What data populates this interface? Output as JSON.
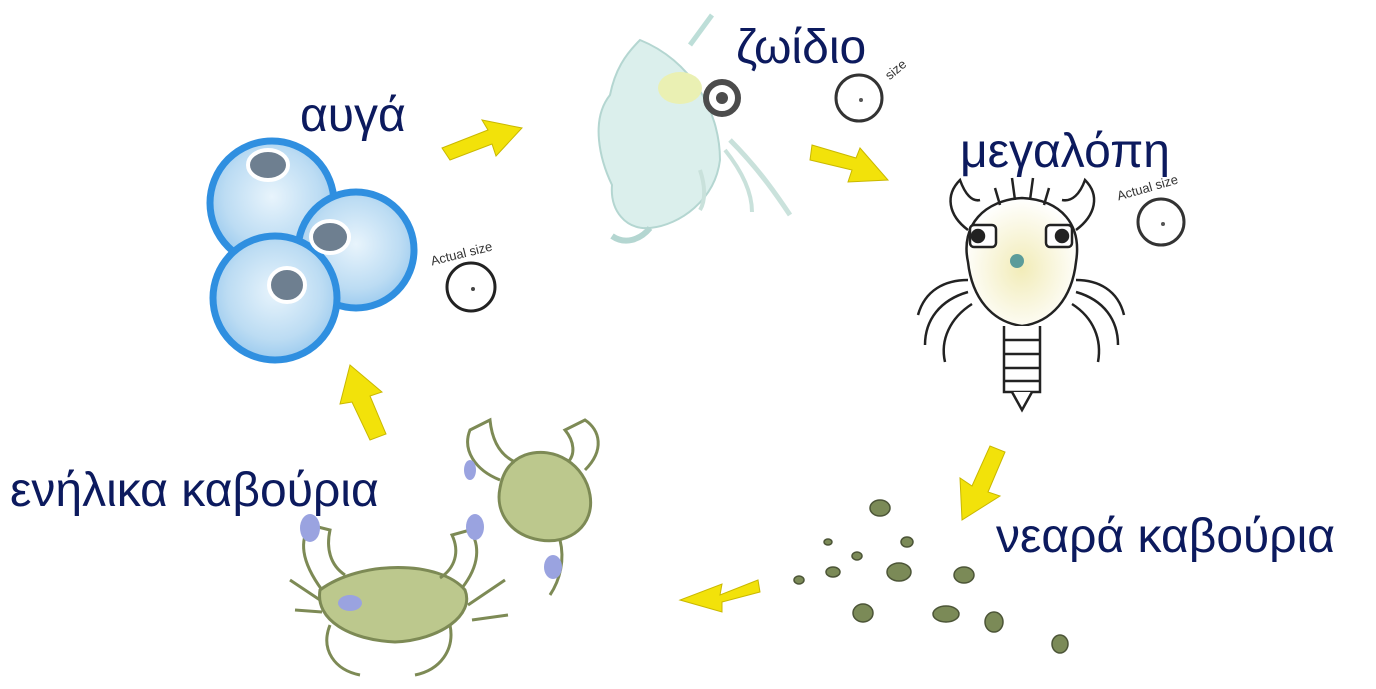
{
  "colors": {
    "label": "#0c1a5e",
    "arrow": "#f0e000",
    "egg": "#2f8fe0",
    "egg_fill": "#c8e3f6",
    "crab": "#a8b56a",
    "crab_claw": "#8c98d8"
  },
  "stages": {
    "eggs": "αυγά",
    "zoea": "ζωίδιο",
    "megalopa": "μεγαλόπη",
    "juvenile": "νεαρά καβούρια",
    "adult": "ενήλικα καβούρια"
  },
  "annotations": {
    "actual_size": "Actual size",
    "zoea_size_fragment": "size"
  }
}
